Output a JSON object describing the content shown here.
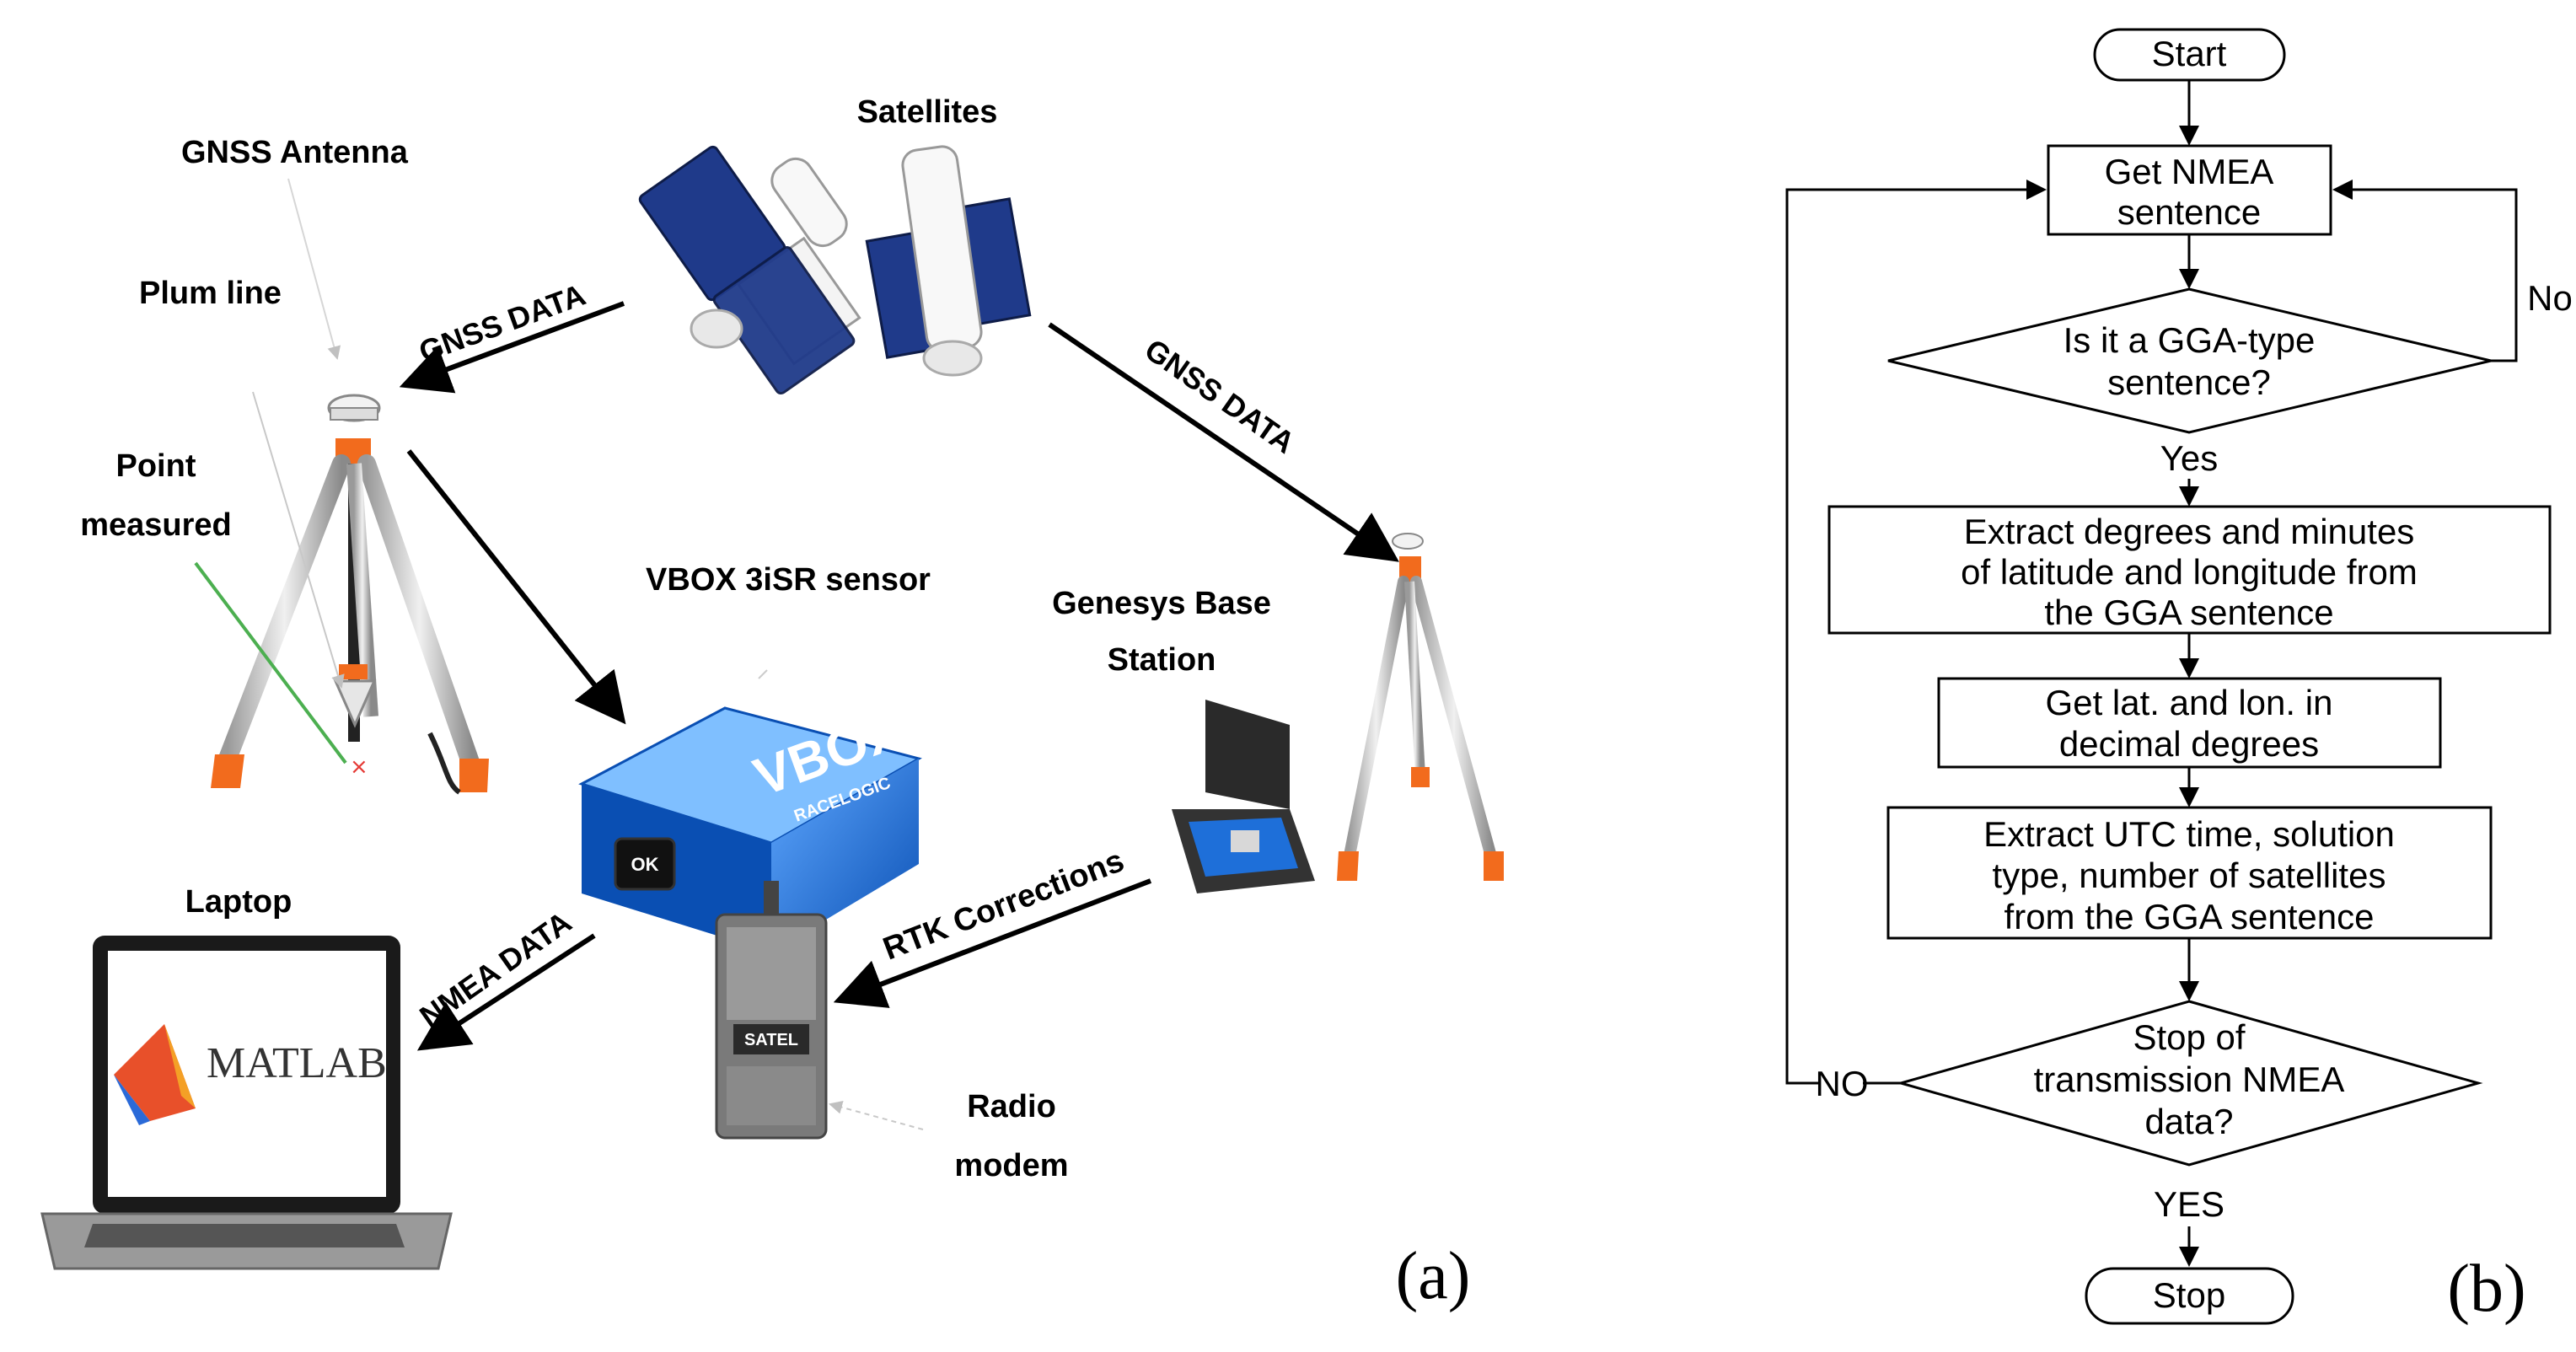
{
  "panel_a": {
    "panel_label": "(a)",
    "labels": {
      "satellites": "Satellites",
      "gnss_antenna": "GNSS Antenna",
      "plum_line": "Plum line",
      "point_measured_1": "Point",
      "point_measured_2": "measured",
      "gnss_data_left": "GNSS DATA",
      "gnss_data_right": "GNSS DATA",
      "vbox_sensor": "VBOX 3iSR sensor",
      "genesys_1": "Genesys Base",
      "genesys_2": "Station",
      "laptop": "Laptop",
      "nmea_data": "NMEA DATA",
      "rtk_corrections": "RTK Corrections",
      "radio_1": "Radio",
      "radio_2": "modem"
    },
    "device_text": {
      "vbox_brand": "VBOX",
      "vbox_sub": "RACELOGIC",
      "vbox_ok": "OK",
      "modem_brand": "SATEL",
      "matlab": "MATLAB"
    }
  },
  "panel_b": {
    "panel_label": "(b)",
    "flowchart": {
      "start": "Start",
      "get_nmea_1": "Get NMEA",
      "get_nmea_2": "sentence",
      "is_gga_1": "Is it a GGA-type",
      "is_gga_2": "sentence?",
      "no": "No",
      "yes": "Yes",
      "extract_1": "Extract degrees and minutes",
      "extract_2": "of latitude and longitude from",
      "extract_3": "the GGA sentence",
      "decimal_1": "Get lat. and lon. in",
      "decimal_2": "decimal degrees",
      "utc_1": "Extract UTC time, solution",
      "utc_2": "type, number of satellites",
      "utc_3": "from the GGA sentence",
      "stop_q_1": "Stop of",
      "stop_q_2": "transmission NMEA",
      "stop_q_3": "data?",
      "no_caps": "NO",
      "yes_caps": "YES",
      "stop": "Stop"
    }
  },
  "colors": {
    "solar_panel": "#1f3a8a",
    "tripod_orange": "#f26b1d",
    "vbox_blue": "#1e6fd9",
    "pointer_green": "#4caf50"
  }
}
